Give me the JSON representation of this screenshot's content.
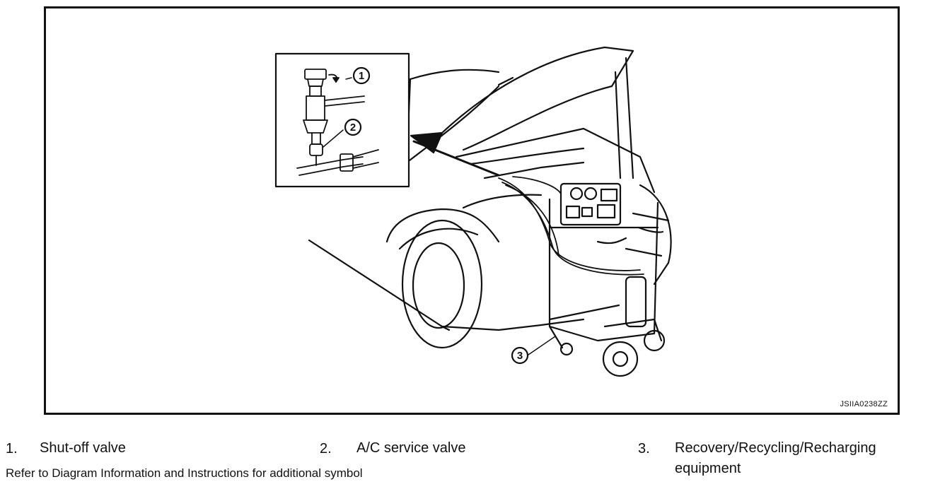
{
  "figure": {
    "code": "JSIIA0238ZZ",
    "callouts": [
      "1",
      "2",
      "3"
    ]
  },
  "legend": [
    {
      "number": "1.",
      "label": "Shut-off valve"
    },
    {
      "number": "2.",
      "label": "A/C service valve"
    },
    {
      "number": "3.",
      "label": "Recovery/Recycling/Recharging equipment"
    }
  ],
  "note": "Refer to Diagram Information and Instructions for additional symbol"
}
